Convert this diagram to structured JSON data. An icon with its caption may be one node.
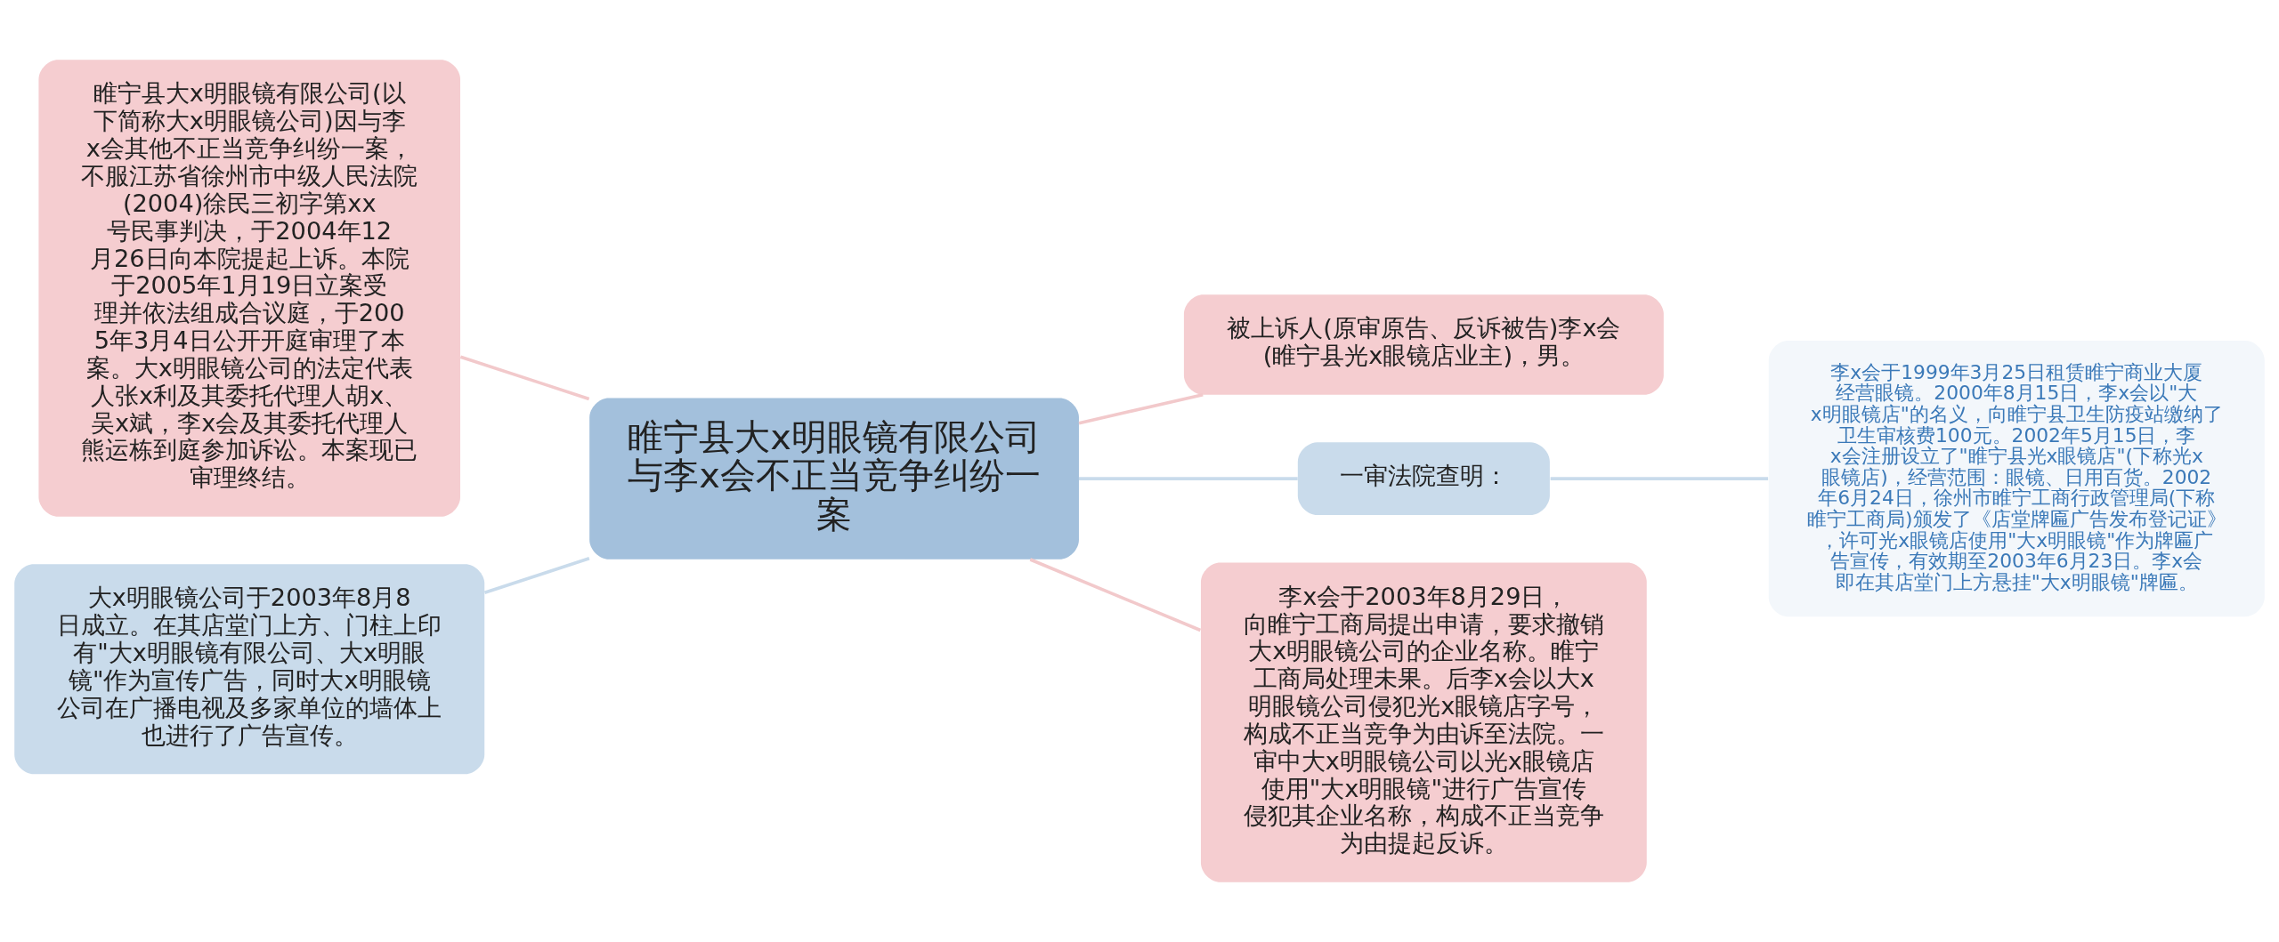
{
  "diagram": {
    "nodes": [
      {
        "text": [
          "睢宁县大x明眼镜有限公司与李x会不正当竞争纠纷一案"
        ]
      },
      {
        "text": [
          "睢宁县大x明眼镜有限公司(以下简称大x明眼镜公司)因与李x会其他不正当竞争纠纷一案，不服江苏省徐州市中级人民法院(2004)徐民三初字第xx号民事判决，于2004年12月26日向本院提起上诉。本院于2005年1月19日立案受理并依法组成合议庭，于2005年3月4日公开开庭审理了本案。大x明眼镜公司的法定代表人张x利及其委托代理人胡x、吴x斌，李x会及其委托代理人熊运栋到庭参加诉讼。本案现已审理终结。"
        ]
      },
      {
        "text": [
          "大x明眼镜公司于2003年8月8日成立。在其店堂门上方、门柱上印有\"大x明眼镜有限公司、大x明眼镜\"作为宣传广告，同时大x明眼镜公司在广播电视及多家单位的墙体上也进行了广告宣传。"
        ]
      },
      {
        "text": [
          "被上诉人(原审原告、反诉被告)李x会(睢宁县光x眼镜店业主)，男。"
        ]
      },
      {
        "text": [
          "一审法院查明："
        ]
      },
      {
        "text": [
          "李x会于1999年3月25日租赁睢宁商业大厦经营眼镜。2000年8月15日，李x会以\"大x明眼镜店\"的名义，向睢宁县卫生防疫站缴纳了卫生审核费100元。2002年5月15日，李x会注册设立了\"睢宁县光x眼镜店\"(下称光x眼镜店)，经营范围：眼镜、日用百货。2002年6月24日，徐州市睢宁工商行政管理局(下称睢宁工商局)颁发了《店堂牌匾广告发布登记证》，许可光x眼镜店使用\"大x明眼镜\"作为牌匾广告宣传，有效期至2003年6月23日。李x会即在其店堂门上方悬挂\"大x明眼镜\"牌匾。"
        ]
      },
      {
        "text": [
          "李x会于2003年8月29日，向睢宁工商局提出申请，要求撤销大x明眼镜公司的企业名称。睢宁工商局处理未果。后李x会以大x明眼镜公司侵犯光x眼镜店字号，构成不正当竞争为由诉至法院。一审中大x明眼镜公司以光x眼镜店使用\"大x明眼镜\"进行广告宣传侵犯其企业名称，构成不正当竞争为由提起反诉。"
        ]
      }
    ],
    "edges": [
      {
        "from": 0,
        "to": 1,
        "arrow": "none",
        "color": "#f2c9cb"
      },
      {
        "from": 0,
        "to": 2,
        "arrow": "none",
        "color": "#c9dbeb"
      },
      {
        "from": 0,
        "to": 3,
        "arrow": "none",
        "color": "#f2c9cb"
      },
      {
        "from": 0,
        "to": 4,
        "arrow": "none",
        "color": "#c9dbeb"
      },
      {
        "from": 4,
        "to": 5,
        "arrow": "none",
        "color": "#c9dbeb"
      },
      {
        "from": 0,
        "to": 6,
        "arrow": "none",
        "color": "#f2c9cb"
      }
    ]
  }
}
